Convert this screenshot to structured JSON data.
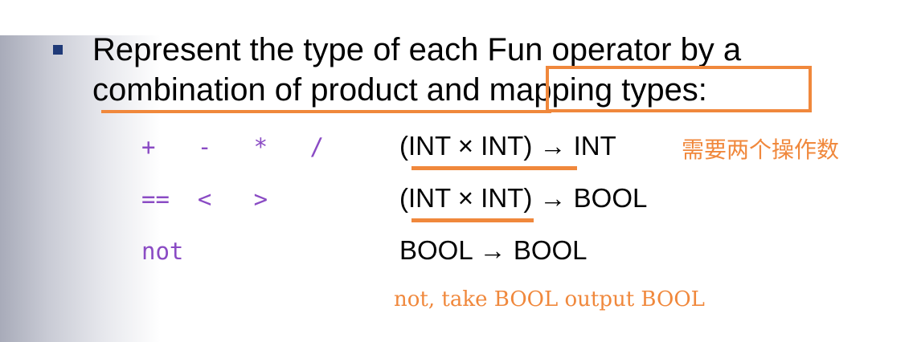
{
  "headline": {
    "line1": "Represent the type of each Fun operator by a",
    "line2": "combination of product and mapping types:"
  },
  "rows": [
    {
      "operators": "+   -   *   /",
      "type": "(INT × INT) → INT"
    },
    {
      "operators": "==  <   >",
      "type": "(INT × INT) → BOOL"
    },
    {
      "operators": "not",
      "type": "BOOL → BOOL"
    }
  ],
  "annotations": {
    "note_cn": "需要两个操作数",
    "note_en": "not, take BOOL output BOOL"
  },
  "colors": {
    "annotation": "#f0883c",
    "operator": "#8a4bc4",
    "bullet": "#1f3a78"
  }
}
